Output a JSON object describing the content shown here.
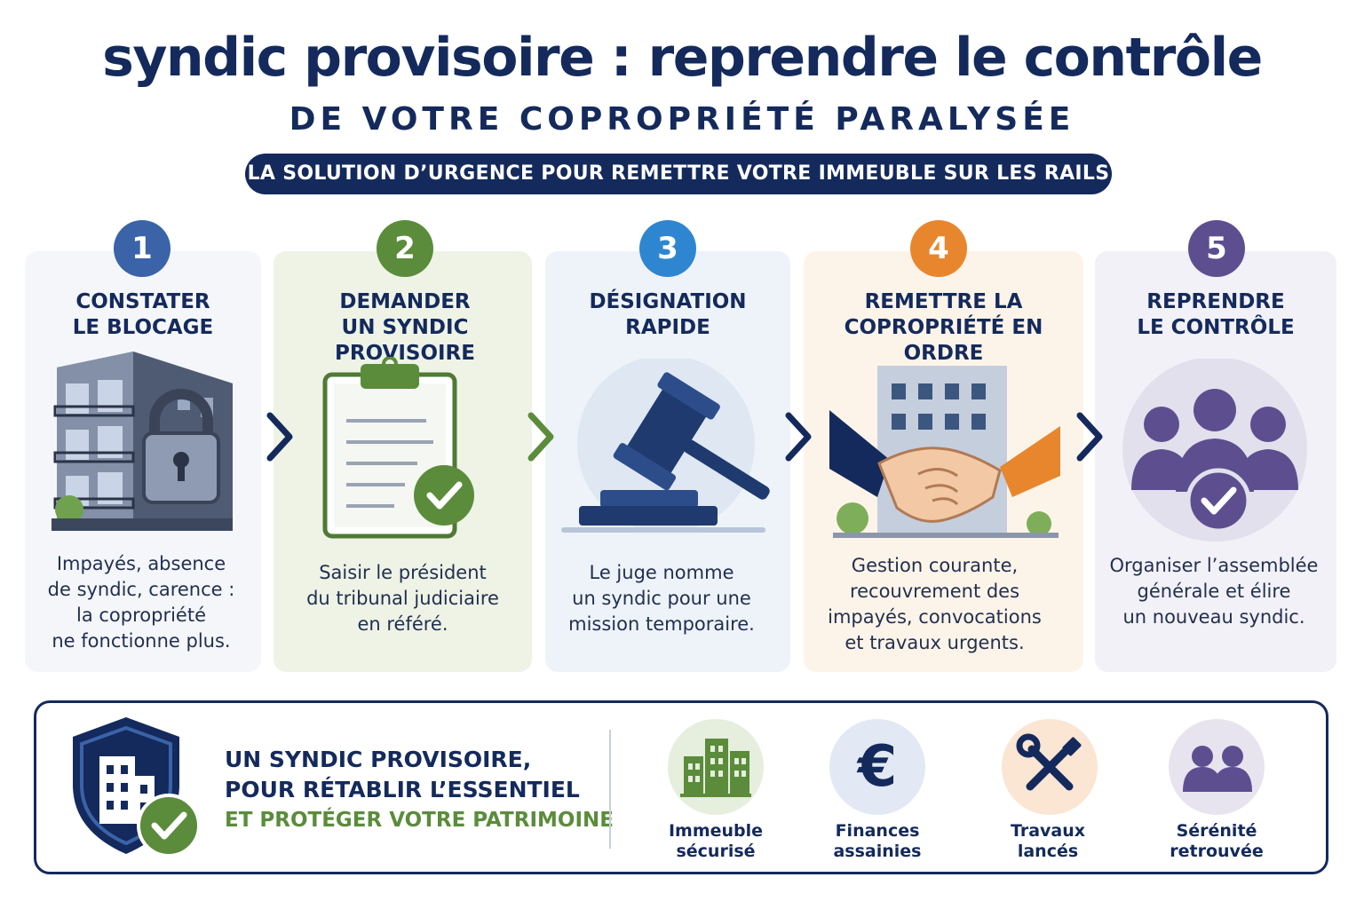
{
  "header": {
    "title": "syndic provisoire : reprendre le contrôle",
    "subtitle": "DE VOTRE COPROPRIÉTÉ PARALYSÉE",
    "banner": "LA SOLUTION D’URGENCE POUR REMETTRE VOTRE IMMEUBLE SUR LES RAILS"
  },
  "steps": [
    {
      "number": "1",
      "title": "CONSTATER\nLE BLOCAGE",
      "description": "Impayés, absence\nde syndic, carence :\nla copropriété\nne fonctionne plus.",
      "icon": "locked-building-icon",
      "color": "#3a63a8"
    },
    {
      "number": "2",
      "title": "DEMANDER\nUN SYNDIC PROVISOIRE",
      "description": "Saisir le président\ndu tribunal judiciaire\nen référé.",
      "icon": "clipboard-check-icon",
      "color": "#5b8c3c"
    },
    {
      "number": "3",
      "title": "DÉSIGNATION\nRAPIDE",
      "description": "Le juge nomme\nun syndic pour une\nmission temporaire.",
      "icon": "gavel-icon",
      "color": "#2f86d0"
    },
    {
      "number": "4",
      "title": "REMETTRE LA\nCOPROPRIÉTÉ EN ORDRE",
      "description": "Gestion courante,\nrecouvrement des\nimpayés, convocations\net travaux urgents.",
      "icon": "handshake-icon",
      "color": "#e8862e"
    },
    {
      "number": "5",
      "title": "REPRENDRE\nLE CONTRÔLE",
      "description": "Organiser l’assemblée\ngénérale et élire\nun nouveau syndic.",
      "icon": "group-check-icon",
      "color": "#5d4f8f"
    }
  ],
  "summary": {
    "line1": "UN SYNDIC PROVISOIRE,",
    "line2": "POUR RÉTABLIR L’ESSENTIEL",
    "line3": "ET PROTÉGER VOTRE PATRIMOINE",
    "icon": "shield-building-check-icon"
  },
  "benefits": [
    {
      "label": "Immeuble\nsécurisé",
      "icon": "building-icon"
    },
    {
      "label": "Finances\nassainies",
      "icon": "euro-icon",
      "glyph": "€"
    },
    {
      "label": "Travaux\nlancés",
      "icon": "tools-icon"
    },
    {
      "label": "Sérénité\nretrouvée",
      "icon": "people-icon"
    }
  ],
  "colors": {
    "navy": "#142a5c",
    "green": "#5b8c3c",
    "blue": "#2f86d0",
    "orange": "#e8862e",
    "purple": "#5d4f8f"
  }
}
